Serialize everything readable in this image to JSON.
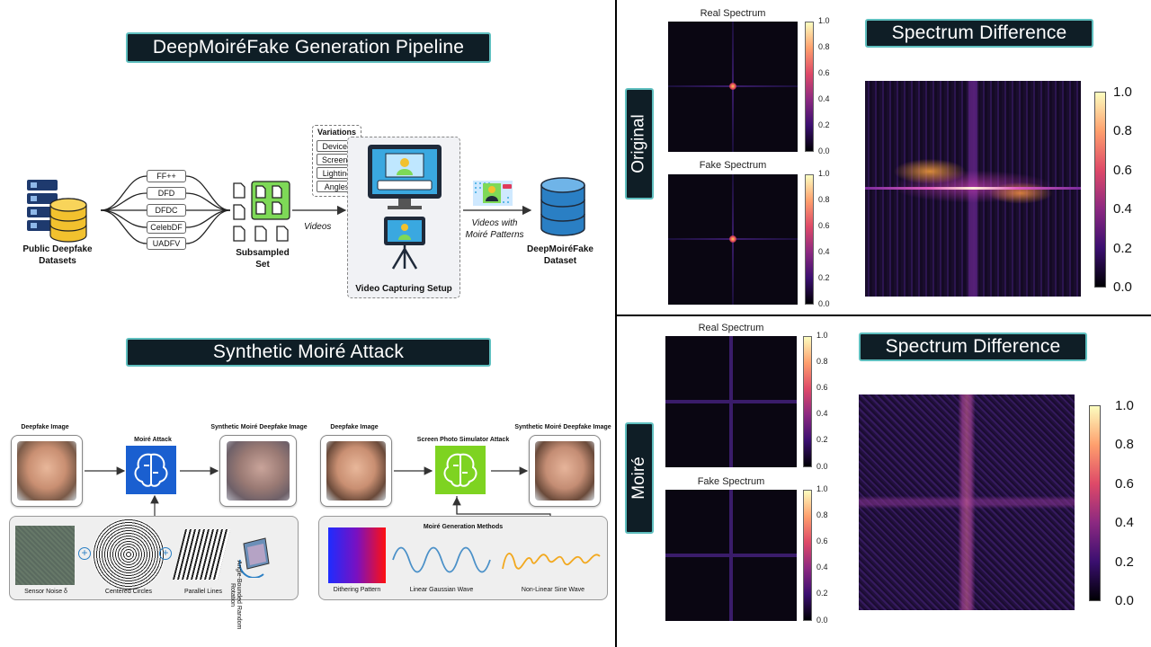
{
  "left_top": {
    "title": "DeepMoiréFake Generation Pipeline",
    "public_label_1": "Public Deepfake",
    "public_label_2": "Datasets",
    "datasets": [
      "FF++",
      "DFD",
      "DFDC",
      "CelebDF",
      "UADFV"
    ],
    "subsampled_1": "Subsampled",
    "subsampled_2": "Set",
    "videos_label": "Videos",
    "variations_title": "Variations",
    "variations": [
      "Devices",
      "Screens",
      "Lighting",
      "Angles"
    ],
    "setup_label": "Video Capturing Setup",
    "videos_moire_1": "Videos with",
    "videos_moire_2": "Moiré Patterns",
    "output_1": "DeepMoiréFake",
    "output_2": "Dataset"
  },
  "left_bottom": {
    "title": "Synthetic Moiré Attack",
    "a": {
      "deepfake_label": "Deepfake Image",
      "attack_label": "Moiré Attack",
      "out_label": "Synthetic Moiré Deepfake Image",
      "noise": "Sensor Noise δ",
      "circles": "Centered Circles",
      "lines": "Parallel Lines",
      "rotation": "Angle-Bounded Random Rotation"
    },
    "b": {
      "deepfake_label": "Deepfake Image",
      "attack_label": "Screen Photo Simulator Attack",
      "out_label": "Synthetic Moiré Deepfake Image",
      "methods_title": "Moiré Generation Methods",
      "dither": "Dithering Pattern",
      "linear": "Linear Gaussian Wave",
      "nonlinear": "Non-Linear Sine Wave"
    }
  },
  "right": {
    "original_label": "Original",
    "moire_label": "Moiré",
    "real_spectrum": "Real Spectrum",
    "fake_spectrum": "Fake Spectrum",
    "diff_title": "Spectrum Difference",
    "colorbar_ticks": [
      "1.0",
      "0.8",
      "0.6",
      "0.4",
      "0.2",
      "0.0"
    ]
  }
}
